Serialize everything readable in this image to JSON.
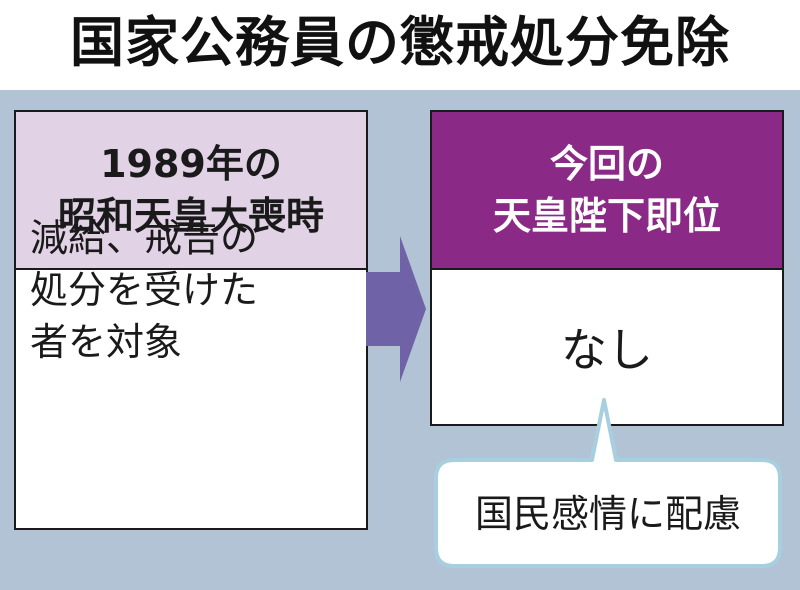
{
  "title": "国家公務員の懲戒処分免除",
  "left_box": {
    "header_lines": [
      "1989年の",
      "昭和天皇大喪時"
    ],
    "body_lines": [
      "減給、戒告の",
      "処分を受けた",
      "者を対象"
    ]
  },
  "right_box": {
    "header_lines": [
      "今回の",
      "天皇陛下即位"
    ],
    "body": "なし"
  },
  "callout": {
    "text": "国民感情に配慮"
  },
  "colors": {
    "background_panel": "#b3c3d6",
    "left_header": "#e2d2e6",
    "right_header": "#8a2a86",
    "arrow": "#6f62a6",
    "callout_border": "#a8cfe0"
  }
}
